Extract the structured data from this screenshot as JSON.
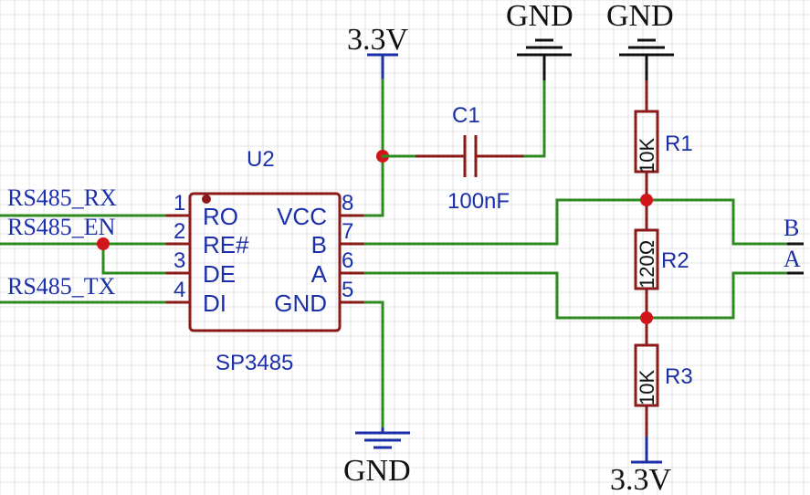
{
  "chip": {
    "designator": "U2",
    "part_number": "SP3485",
    "left_pins": [
      {
        "number": "1",
        "name": "RO"
      },
      {
        "number": "2",
        "name": "RE#"
      },
      {
        "number": "3",
        "name": "DE"
      },
      {
        "number": "4",
        "name": "DI"
      }
    ],
    "right_pins": [
      {
        "number": "8",
        "name": "VCC"
      },
      {
        "number": "7",
        "name": "B"
      },
      {
        "number": "6",
        "name": "A"
      },
      {
        "number": "5",
        "name": "GND"
      }
    ]
  },
  "nets": {
    "rx": "RS485_RX",
    "en": "RS485_EN",
    "tx": "RS485_TX",
    "b": "B",
    "a": "A"
  },
  "power": {
    "vcc_top": "3.3V",
    "vcc_bottom": "3.3V",
    "gnd_cap": "GND",
    "gnd_r1": "GND",
    "gnd_chip": "GND"
  },
  "capacitor": {
    "designator": "C1",
    "value": "100nF"
  },
  "resistors": [
    {
      "designator": "R1",
      "value": "10K"
    },
    {
      "designator": "R2",
      "value": "120Ω"
    },
    {
      "designator": "R3",
      "value": "10K"
    }
  ],
  "colors": {
    "wire": "#2e8b1f",
    "pin": "#8b1a1a",
    "label": "#1b2fa8",
    "junction": "#d0161b",
    "grid": "#e6e6e6"
  }
}
